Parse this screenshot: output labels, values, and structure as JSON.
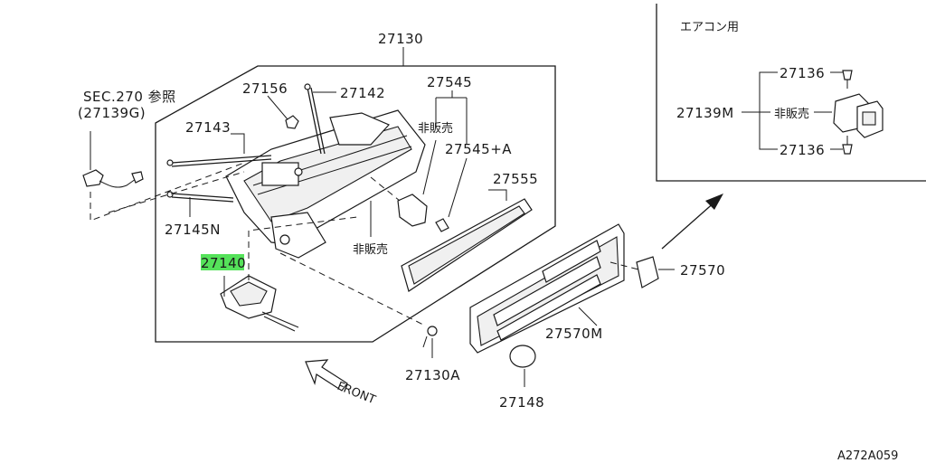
{
  "labels": {
    "p27130": "27130",
    "p27156": "27156",
    "p27142": "27142",
    "p27545": "27545",
    "hihanbai_top": "非販売",
    "p27545a": "27545+A",
    "sec270_line1": "SEC.270 参照",
    "sec270_line2": "(27139G)",
    "p27143": "27143",
    "p27555": "27555",
    "p27145n": "27145N",
    "hihanbai_mid": "非販売",
    "p27140": "27140",
    "p27570": "27570",
    "p27570m": "27570M",
    "p27130a": "27130A",
    "p27148": "27148",
    "front": "FRONT",
    "aircon": "エアコン用",
    "p27136_top": "27136",
    "p27139m": "27139M",
    "hihanbai_inset": "非販売",
    "p27136_bot": "27136",
    "diagram_code": "A272A059"
  },
  "highlight": {
    "part": "27140",
    "color": "#55e25a"
  }
}
